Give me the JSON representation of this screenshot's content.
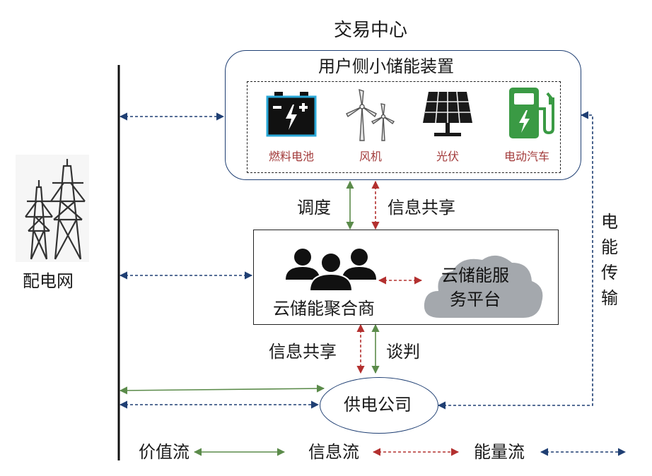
{
  "title": "交易中心",
  "grid_label": "配电网",
  "user_side": {
    "title": "用户侧小储能装置",
    "devices": [
      {
        "label": "燃料电池",
        "icon": "battery-icon"
      },
      {
        "label": "风机",
        "icon": "wind-turbine-icon"
      },
      {
        "label": "光伏",
        "icon": "solar-panel-icon"
      },
      {
        "label": "电动汽车",
        "icon": "ev-charger-icon"
      }
    ]
  },
  "flow_user_aggregator": {
    "dispatch": "调度",
    "info_share": "信息共享"
  },
  "aggregator": {
    "label": "云储能聚合商",
    "icon": "people-group-icon"
  },
  "cloud_platform": {
    "line1": "云储能服",
    "line2": "务平台"
  },
  "flow_aggregator_supplier": {
    "info_share": "信息共享",
    "negotiation": "谈判"
  },
  "supplier": {
    "label": "供电公司"
  },
  "power_transmission": {
    "chars": [
      "电",
      "能",
      "传",
      "输"
    ]
  },
  "legend": {
    "value_flow": "价值流",
    "info_flow": "信息流",
    "energy_flow": "能量流"
  },
  "colors": {
    "value": "#5b8b4a",
    "info": "#b3302f",
    "energy": "#1f3f73",
    "device_label": "#a23a3a",
    "cloud": "#a4a8ad",
    "battery": "#2aa8d8",
    "ev": "#3a9a44"
  }
}
